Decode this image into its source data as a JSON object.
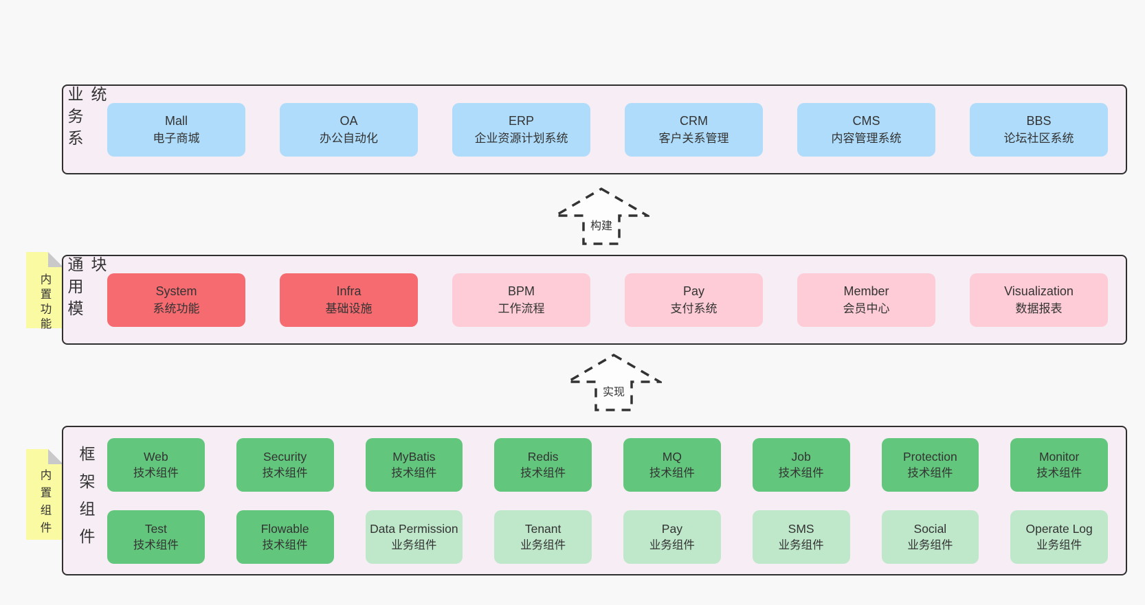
{
  "diagram": {
    "colors": {
      "page_bg": "#f8f8f8",
      "container_bg": "#f7edf5",
      "container_border": "#2f2f2f",
      "blue_box": "#aedcfa",
      "red_box": "#f56b70",
      "pink_box": "#fdccd6",
      "green_box": "#62c67c",
      "light_green_box": "#bfe8cb",
      "note_yellow": "#fafaa2",
      "text": "#333333"
    },
    "layers": {
      "business": {
        "label": "业务系统",
        "boxes": [
          {
            "title": "Mall",
            "subtitle": "电子商城"
          },
          {
            "title": "OA",
            "subtitle": "办公自动化"
          },
          {
            "title": "ERP",
            "subtitle": "企业资源计划系统"
          },
          {
            "title": "CRM",
            "subtitle": "客户关系管理"
          },
          {
            "title": "CMS",
            "subtitle": "内容管理系统"
          },
          {
            "title": "BBS",
            "subtitle": "论坛社区系统"
          }
        ]
      },
      "arrow_build": {
        "label": "构建"
      },
      "modules": {
        "label": "通用模块",
        "note": "内置功能",
        "boxes": [
          {
            "title": "System",
            "subtitle": "系统功能"
          },
          {
            "title": "Infra",
            "subtitle": "基础设施"
          },
          {
            "title": "BPM",
            "subtitle": "工作流程"
          },
          {
            "title": "Pay",
            "subtitle": "支付系统"
          },
          {
            "title": "Member",
            "subtitle": "会员中心"
          },
          {
            "title": "Visualization",
            "subtitle": "数据报表"
          }
        ]
      },
      "arrow_implement": {
        "label": "实现"
      },
      "framework": {
        "label": "框架组件",
        "note": "内置组件",
        "row1": [
          {
            "title": "Web",
            "subtitle": "技术组件"
          },
          {
            "title": "Security",
            "subtitle": "技术组件"
          },
          {
            "title": "MyBatis",
            "subtitle": "技术组件"
          },
          {
            "title": "Redis",
            "subtitle": "技术组件"
          },
          {
            "title": "MQ",
            "subtitle": "技术组件"
          },
          {
            "title": "Job",
            "subtitle": "技术组件"
          },
          {
            "title": "Protection",
            "subtitle": "技术组件"
          },
          {
            "title": "Monitor",
            "subtitle": "技术组件"
          }
        ],
        "row2": [
          {
            "title": "Test",
            "subtitle": "技术组件"
          },
          {
            "title": "Flowable",
            "subtitle": "技术组件"
          },
          {
            "title": "Data Permission",
            "subtitle": "业务组件"
          },
          {
            "title": "Tenant",
            "subtitle": "业务组件"
          },
          {
            "title": "Pay",
            "subtitle": "业务组件"
          },
          {
            "title": "SMS",
            "subtitle": "业务组件"
          },
          {
            "title": "Social",
            "subtitle": "业务组件"
          },
          {
            "title": "Operate Log",
            "subtitle": "业务组件"
          }
        ]
      }
    }
  }
}
